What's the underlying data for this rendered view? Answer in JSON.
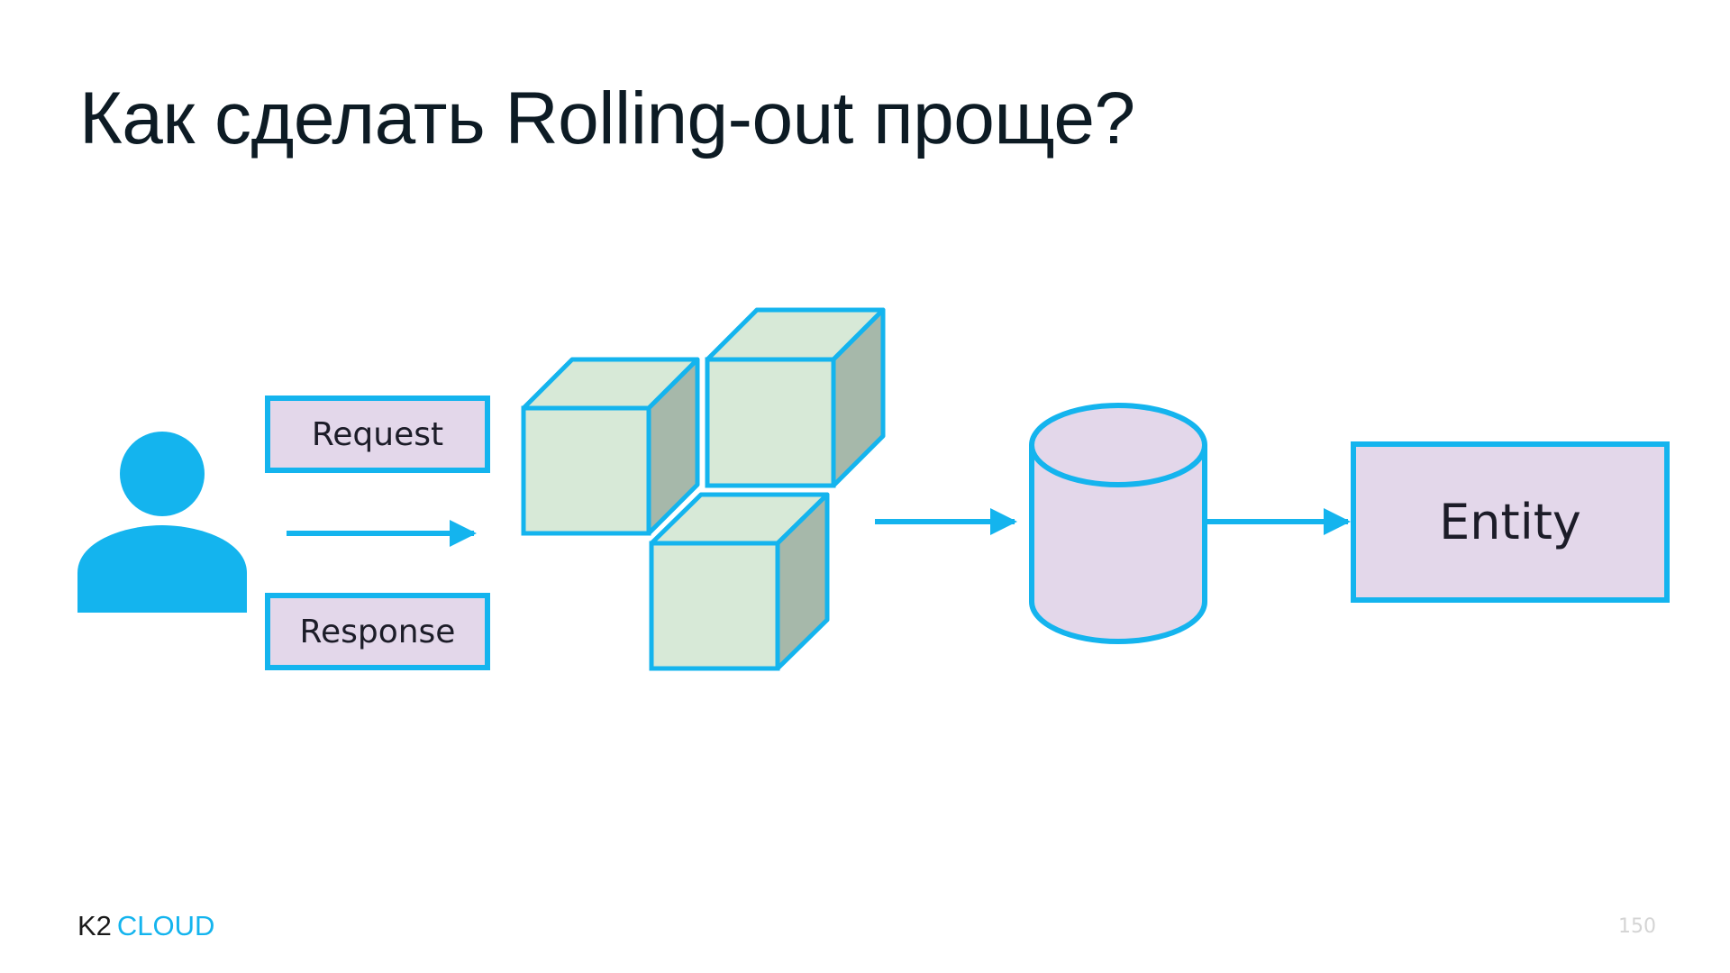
{
  "slide": {
    "title": "Как сделать Rolling-out проще?",
    "page_number": "150"
  },
  "diagram": {
    "request_label": "Request",
    "response_label": "Response",
    "entity_label": "Entity",
    "icons": {
      "user": "user-icon",
      "services": "cube-icon",
      "database": "database-icon"
    },
    "colors": {
      "accent": "#14b4ee",
      "label_fill": "#e3d7ea",
      "cube_front": "#d7e9d7",
      "cube_side": "#a6b8aa"
    }
  },
  "footer": {
    "logo_k2": "K2",
    "logo_cloud": "CLOUD"
  }
}
